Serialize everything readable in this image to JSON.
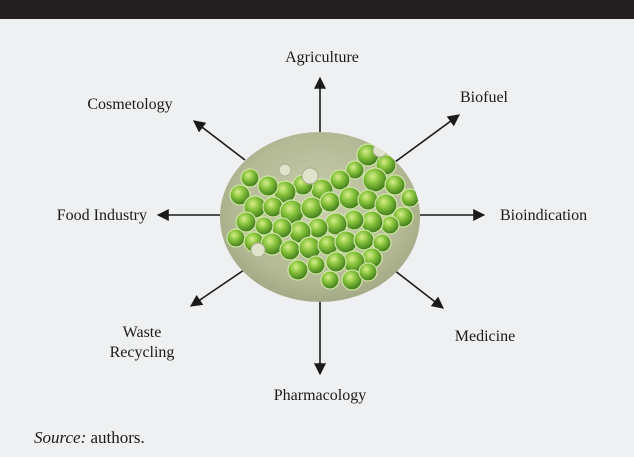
{
  "diagram": {
    "nodes": {
      "top": "Agriculture",
      "top_right": "Biofuel",
      "right": "Bioindication",
      "bottom_right": "Medicine",
      "bottom": "Pharmacology",
      "bottom_left_line1": "Waste",
      "bottom_left_line2": "Recycling",
      "left": "Food Industry",
      "top_left": "Cosmetology"
    },
    "center_image": "microalgae cells micrograph",
    "colors": {
      "top_bar": "#231f20",
      "panel_background": "#eef0f1",
      "arrow": "#1a1a1a",
      "cell_green": "#7dba3a"
    }
  },
  "source": {
    "label": "Source:",
    "text": " authors."
  }
}
